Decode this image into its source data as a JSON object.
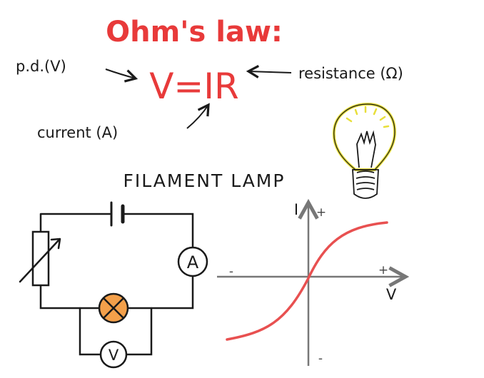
{
  "title": "Ohm's law:",
  "equation": "V=IR",
  "labels": {
    "pd": "p.d.(V)",
    "resistance": "resistance (Ω)",
    "current": "current (A)",
    "filament_lamp": "FILAMENT LAMP"
  },
  "circuit": {
    "ammeter": "A",
    "voltmeter": "V"
  },
  "graph": {
    "y_axis": "I",
    "x_axis": "V",
    "y_plus": "+",
    "y_minus": "-",
    "x_plus": "+",
    "x_minus": "-"
  },
  "colors": {
    "title": "#e83a3a",
    "equation": "#e83a3a",
    "curve": "#e85050",
    "lamp_fill": "#f4a04a",
    "bulb_outline": "#e8df3a",
    "ink": "#1a1a1a",
    "axis": "#777777"
  }
}
